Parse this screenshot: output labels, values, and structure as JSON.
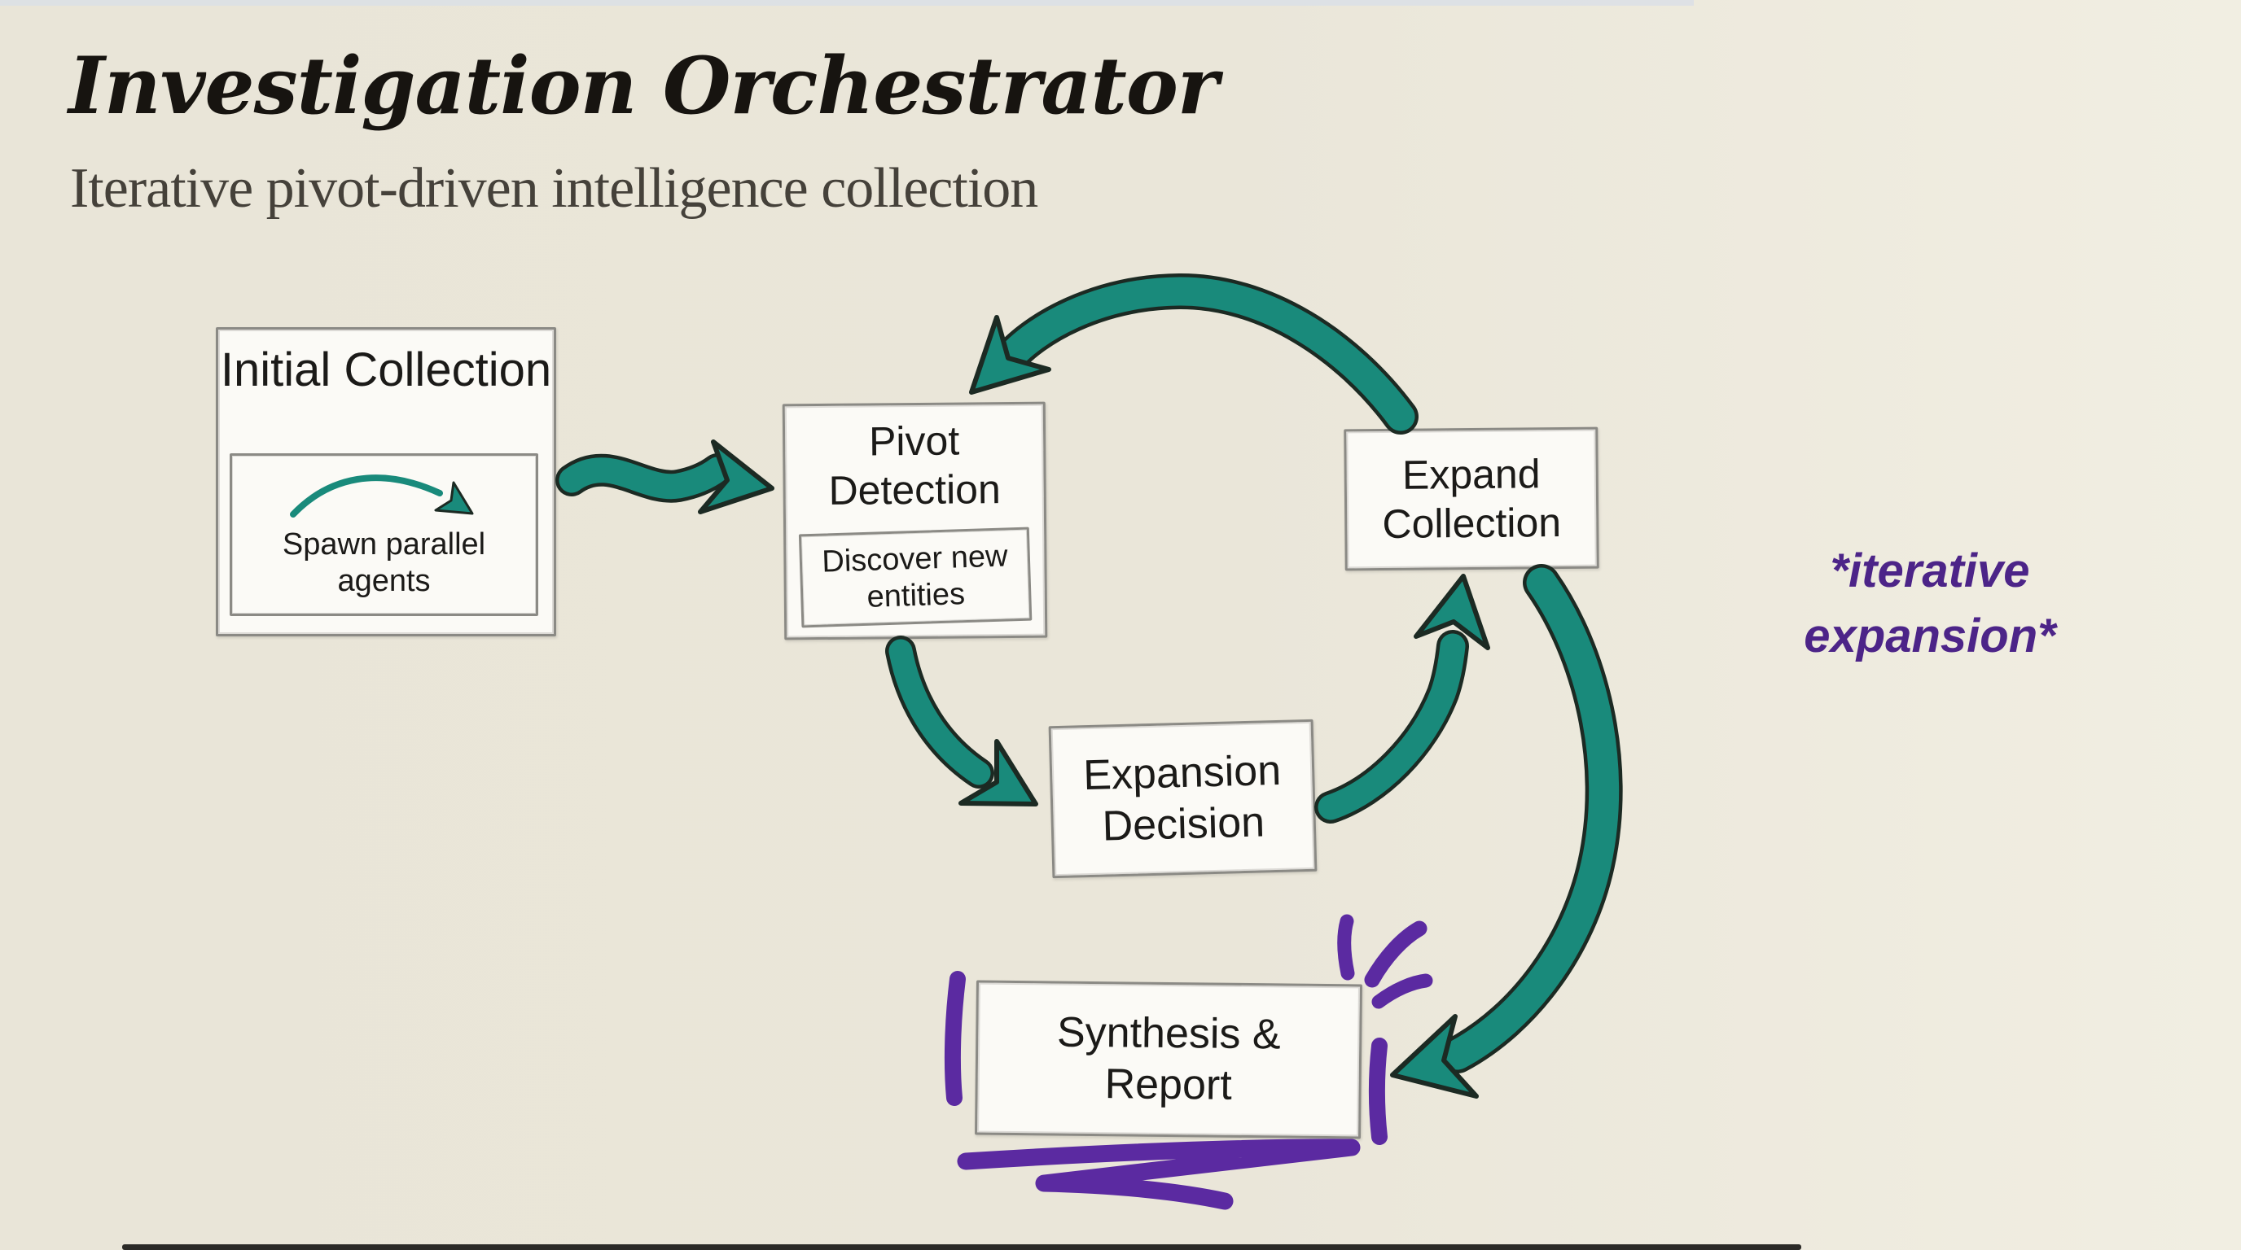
{
  "header": {
    "title": "Investigation Orchestrator",
    "subtitle": "Iterative pivot-driven intelligence collection"
  },
  "nodes": {
    "initial": {
      "label": "Initial Collection",
      "sublabel": "Spawn parallel agents"
    },
    "pivot": {
      "label": "Pivot Detection",
      "sublabel": "Discover new entities"
    },
    "expand": {
      "label": "Expand Collection"
    },
    "decision": {
      "label": "Expansion Decision"
    },
    "synthesis": {
      "label": "Synthesis & Report"
    }
  },
  "annotation": {
    "line1": "*iterative",
    "line2": "expansion*"
  },
  "icons": {
    "spawn_arrow": "curved-arrow-icon",
    "flow_arrows": "hand-drawn-teal-flow-arrows",
    "emphasis_marks": "purple-marker-emphasis"
  },
  "colors": {
    "background": "#eae6d9",
    "box_fill": "#fbfaf6",
    "box_border": "#8b8a85",
    "arrow_teal": "#198a7b",
    "arrow_outline": "#1c2a23",
    "mark_purple": "#5b2aa1",
    "annotation_purple": "#4c2488",
    "title_color": "#171410",
    "subtitle_color": "#45413a",
    "label_color": "#1b1a18",
    "bottom_bar": "#2b2a27"
  }
}
